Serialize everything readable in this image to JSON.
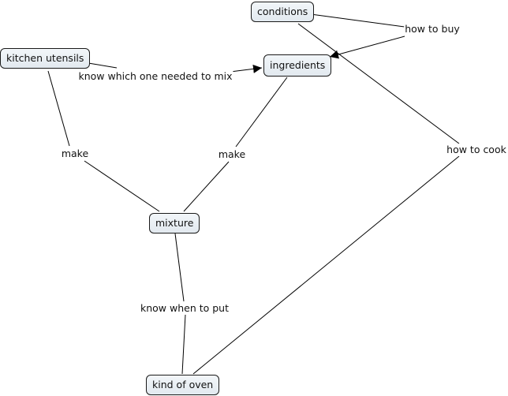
{
  "concepts": {
    "conditions": "conditions",
    "kitchen_utensils": "kitchen utensils",
    "ingredients": "ingredients",
    "mixture": "mixture",
    "kind_of_oven": "kind of oven"
  },
  "links": {
    "how_to_buy": "how to buy",
    "know_which": "know which one needed to mix",
    "how_to_cook": "how to cook",
    "make_left": "make",
    "make_right": "make",
    "know_when": "know when to put"
  },
  "colors": {
    "node_fill": "#e6ecf1",
    "node_border": "#1a1a1a",
    "line": "#000000"
  }
}
